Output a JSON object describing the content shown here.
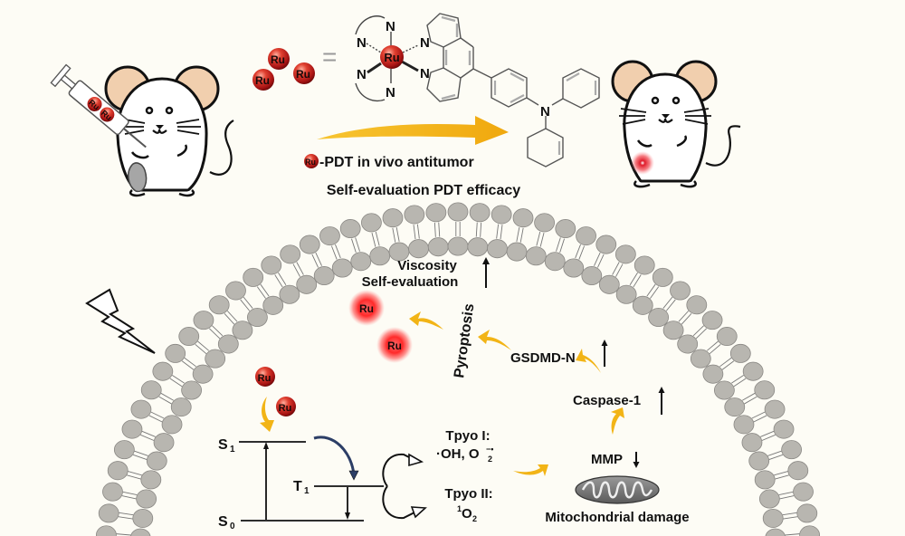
{
  "figure": {
    "type": "graphical-abstract",
    "background_color": "#fdfcf5",
    "accent_colors": {
      "arrow_yellow": "#f2b416",
      "ru_red": "#d42020",
      "ru_glow": "#ff2a2a",
      "membrane_head": "#b8b6b0",
      "ear_pink": "#f1cfae",
      "isc_arrow_blue": "#2c3e66"
    }
  },
  "top": {
    "ru_symbol": "Ru",
    "equals_sign": "=",
    "complex_atoms": {
      "metal": "Ru",
      "nitrogen": "N"
    },
    "arrow_label_prefix_icon": "ru-sphere-icon",
    "arrow_label": "-PDT in vivo antitumor",
    "subtitle": "Self-evaluation PDT efficacy",
    "left_mouse": {
      "state": "injected with Ru complex, tumor present",
      "syringe_contents": [
        "Ru",
        "Ru"
      ]
    },
    "right_mouse": {
      "state": "tumor glowing red after treatment"
    }
  },
  "cell": {
    "light_icon": "lightning-bolt-icon",
    "viscosity_label": "Viscosity",
    "self_eval_label": "Self-evaluation",
    "viscosity_trend": "up",
    "glowing_ru": [
      "Ru",
      "Ru"
    ],
    "pyroptosis_label": "Pyroptosis",
    "gsdmd_label": "GSDMD-N",
    "gsdmd_trend": "up",
    "caspase_label": "Caspase-1",
    "caspase_trend": "up",
    "mmp_label": "MMP",
    "mmp_trend": "down",
    "mito_label": "Mitochondrial damage",
    "jablonski": {
      "ru_spheres": [
        "Ru",
        "Ru"
      ],
      "s1": {
        "main": "S",
        "sub": "1"
      },
      "t1": {
        "main": "T",
        "sub": "1"
      },
      "s0": {
        "main": "S",
        "sub": "0"
      }
    },
    "type1": {
      "title": "Tpyo I:",
      "species": "·OH, O",
      "species_sub": "2",
      "species_sup": "−•"
    },
    "type2": {
      "title": "Tpyo II:",
      "sup": "1",
      "species": "O",
      "species_sub": "2"
    }
  }
}
